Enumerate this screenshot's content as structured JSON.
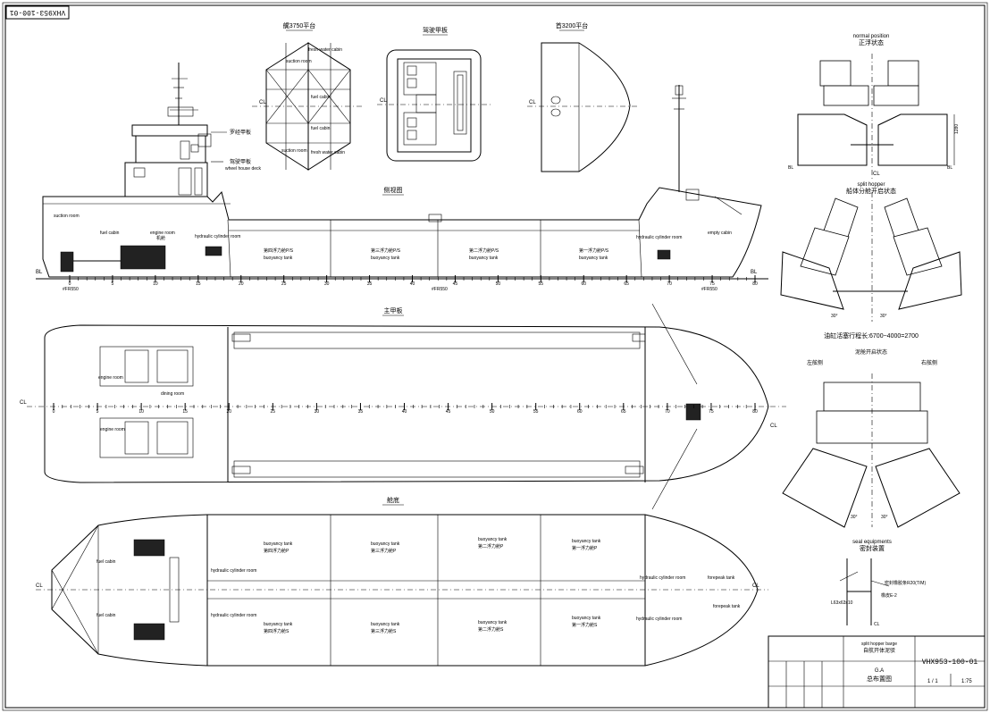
{
  "corner_stamp": "VHX953-100-01",
  "views": {
    "deck3750": "艉3750平台",
    "wheelhouse_plan": "驾驶甲板",
    "bow3200": "首3200平台",
    "profile": "侧视图",
    "main_deck": "主甲板",
    "hold": "舱底",
    "normal_position_en": "normal position",
    "normal_position_cn": "正浮状态",
    "split_hopper_en": "split hopper",
    "split_hopper_cn": "船体分舱开启状态",
    "opening_note": "油缸活塞行程长:6700~4000=2700",
    "split_open_title": "泥舱开启状态",
    "port_side": "左舷侧",
    "stbd_side": "右舷侧",
    "seal_en": "seal equipments",
    "seal_cn": "密封装置",
    "seal_note1": "密封橡胶条R20(T/M)",
    "seal_note2": "橡皮E-2",
    "seal_angle": "L63x63x10"
  },
  "labels": {
    "cl": "CL",
    "bl": "BL",
    "suction_room": "suction room",
    "suction_room2": "suction room",
    "fresh_water_cabin": "fresh water cabin",
    "fresh_water_cabin2": "fresh water cabin",
    "fuel_cabin": "fuel cabin",
    "fuel_cabin2": "fuel cabin",
    "fuel_cabin_hold1": "fuel cabin",
    "fuel_cabin_hold2": "fuel cabin",
    "compass_deck": "罗经甲板",
    "wheelhouse_deck": "驾驶甲板",
    "wheelhouse_deck_en": "wheel house deck",
    "engine_room": "engine room",
    "engine_room_cn": "机舱",
    "suction_room_p": "suction room",
    "hydraulic_room_aft": "hydraulic cylinder room",
    "hydraulic_room_fwd": "hydraulic cylinder room",
    "empty_cabin": "empty cabin",
    "dining_room": "dining room",
    "crew_room1": "engine room",
    "crew_room2": "engine room",
    "buoyancy_tank": "buoyancy tank",
    "tank4_p": "第四浮力舱P/S",
    "tank3_p": "第三浮力舱P/S",
    "tank2_p": "第二浮力舱P/S",
    "tank1_p": "第一浮力舱P/S",
    "hold_tank4_p": "第四浮力舱P",
    "hold_tank3_p": "第三浮力舱P",
    "hold_tank2_p": "第二浮力舱P",
    "hold_tank1_p": "第一浮力舱P",
    "hold_tank4_s": "第四浮力舱S",
    "hold_tank3_s": "第三浮力舱S",
    "hold_tank2_s": "第二浮力舱S",
    "hold_tank1_s": "第一浮力舱S",
    "forepeak_tank": "forepeak tank",
    "forepeak_tank2": "forepeak tank",
    "hyd_room_hold_aft_p": "hydraulic cylinder room",
    "hyd_room_hold_aft_s": "hydraulic cylinder room",
    "hyd_room_hold_fwd_p": "hydraulic cylinder room",
    "hyd_room_hold_fwd_s": "hydraulic cylinder room",
    "fr_aft": "#FR550",
    "fr_mid": "#FR550",
    "fr_fwd": "#FR550",
    "angle_p": "30°",
    "angle_s": "30°",
    "dim_h": "1280"
  },
  "frame_ticks": [
    "0",
    "5",
    "10",
    "15",
    "20",
    "25",
    "30",
    "35",
    "40",
    "45",
    "50",
    "55",
    "60",
    "65",
    "70",
    "75",
    "80"
  ],
  "title_block": {
    "ship_en": "split hopper barge",
    "ship_cn": "自航开体泥驳",
    "drawing_en": "G.A",
    "drawing_cn": "总布置图",
    "drawing_no": "VHX953-100-01",
    "sheet": "1 / 1",
    "scale": "1:75"
  }
}
